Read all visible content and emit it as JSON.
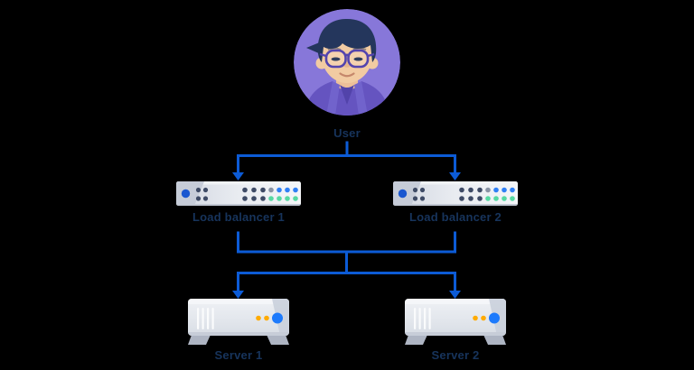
{
  "diagram": {
    "nodes": {
      "user": {
        "label": "User",
        "type": "user-avatar"
      },
      "lb1": {
        "label": "Load balancer 1",
        "type": "load-balancer"
      },
      "lb2": {
        "label": "Load balancer 2",
        "type": "load-balancer"
      },
      "server1": {
        "label": "Server 1",
        "type": "server"
      },
      "server2": {
        "label": "Server 2",
        "type": "server"
      }
    },
    "edges": [
      {
        "from": "user",
        "to": "lb1",
        "arrow": true
      },
      {
        "from": "user",
        "to": "lb2",
        "arrow": true
      },
      {
        "from": "lb1",
        "to": "server1",
        "arrow": true
      },
      {
        "from": "lb1",
        "to": "server2",
        "arrow": true
      },
      {
        "from": "lb2",
        "to": "server1",
        "arrow": true
      },
      {
        "from": "lb2",
        "to": "server2",
        "arrow": true
      }
    ],
    "colors": {
      "background": "#000000",
      "connector_blue": "#0C5BD6",
      "label_text": "#17345C",
      "avatar_background": "#8777D9",
      "avatar_hair": "#24365C",
      "avatar_skin": "#F2CBA2",
      "avatar_hoodie": "#6554C0",
      "device_body_light": "#F4F6F8",
      "device_body_dark": "#C6CCD8",
      "led_blue": "#1A57D0",
      "dot_dark": "#3E4B66",
      "dot_blue": "#2F80F5",
      "dot_green": "#57D9A3",
      "dot_gray": "#8993A4",
      "server_dot_orange": "#FFAB00",
      "server_dot_blue": "#1D7AFC"
    },
    "icons": [
      "user-avatar-icon",
      "load-balancer-icon",
      "server-icon",
      "arrow-down-icon"
    ]
  }
}
